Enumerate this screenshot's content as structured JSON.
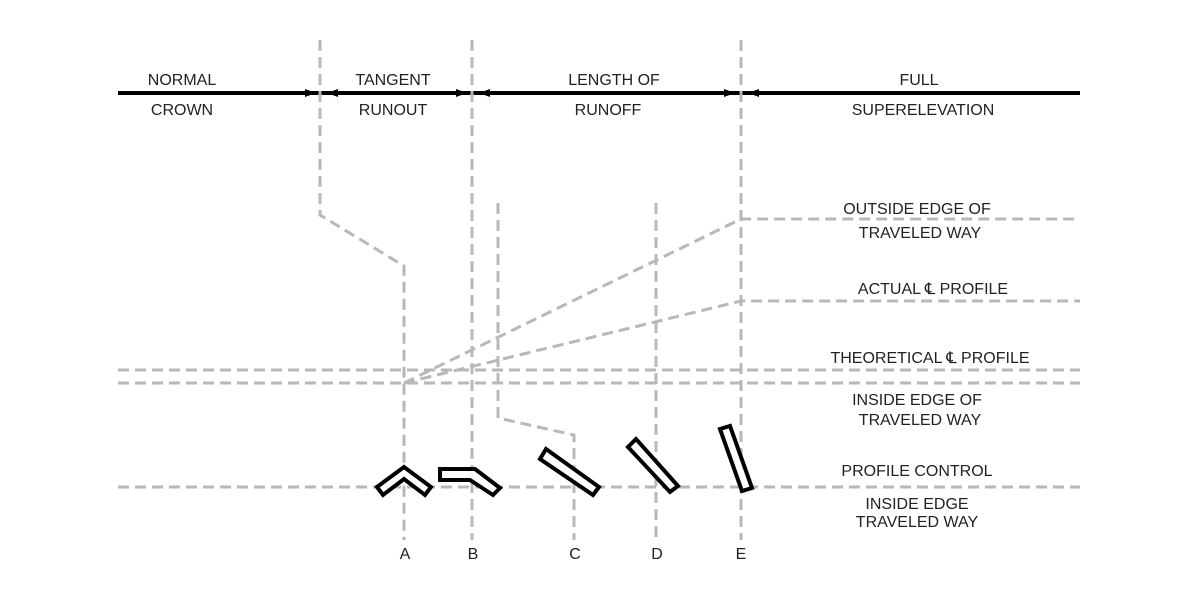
{
  "regions": {
    "normal_crown": [
      "NORMAL",
      "CROWN"
    ],
    "tangent_runout": [
      "TANGENT",
      "RUNOUT"
    ],
    "length_of_runoff": [
      "LENGTH OF",
      "RUNOFF"
    ],
    "full_superelevation": [
      "FULL",
      "SUPERELEVATION"
    ]
  },
  "profile_labels": {
    "outside_edge": [
      "OUTSIDE EDGE OF",
      "TRAVELED  WAY"
    ],
    "actual_profile": "ACTUAL ℄ PROFILE",
    "theoretical_profile": "THEORETICAL ℄ PROFILE",
    "inside_edge": [
      "INSIDE EDGE OF",
      "TRAVELED  WAY"
    ],
    "profile_control": "PROFILE CONTROL",
    "inside_edge_control": [
      "INSIDE EDGE",
      "TRAVELED WAY"
    ]
  },
  "stations": [
    "A",
    "B",
    "C",
    "D",
    "E"
  ],
  "colors": {
    "line": "#000000",
    "dashed": "#b8b8b8",
    "text": "#222222"
  }
}
